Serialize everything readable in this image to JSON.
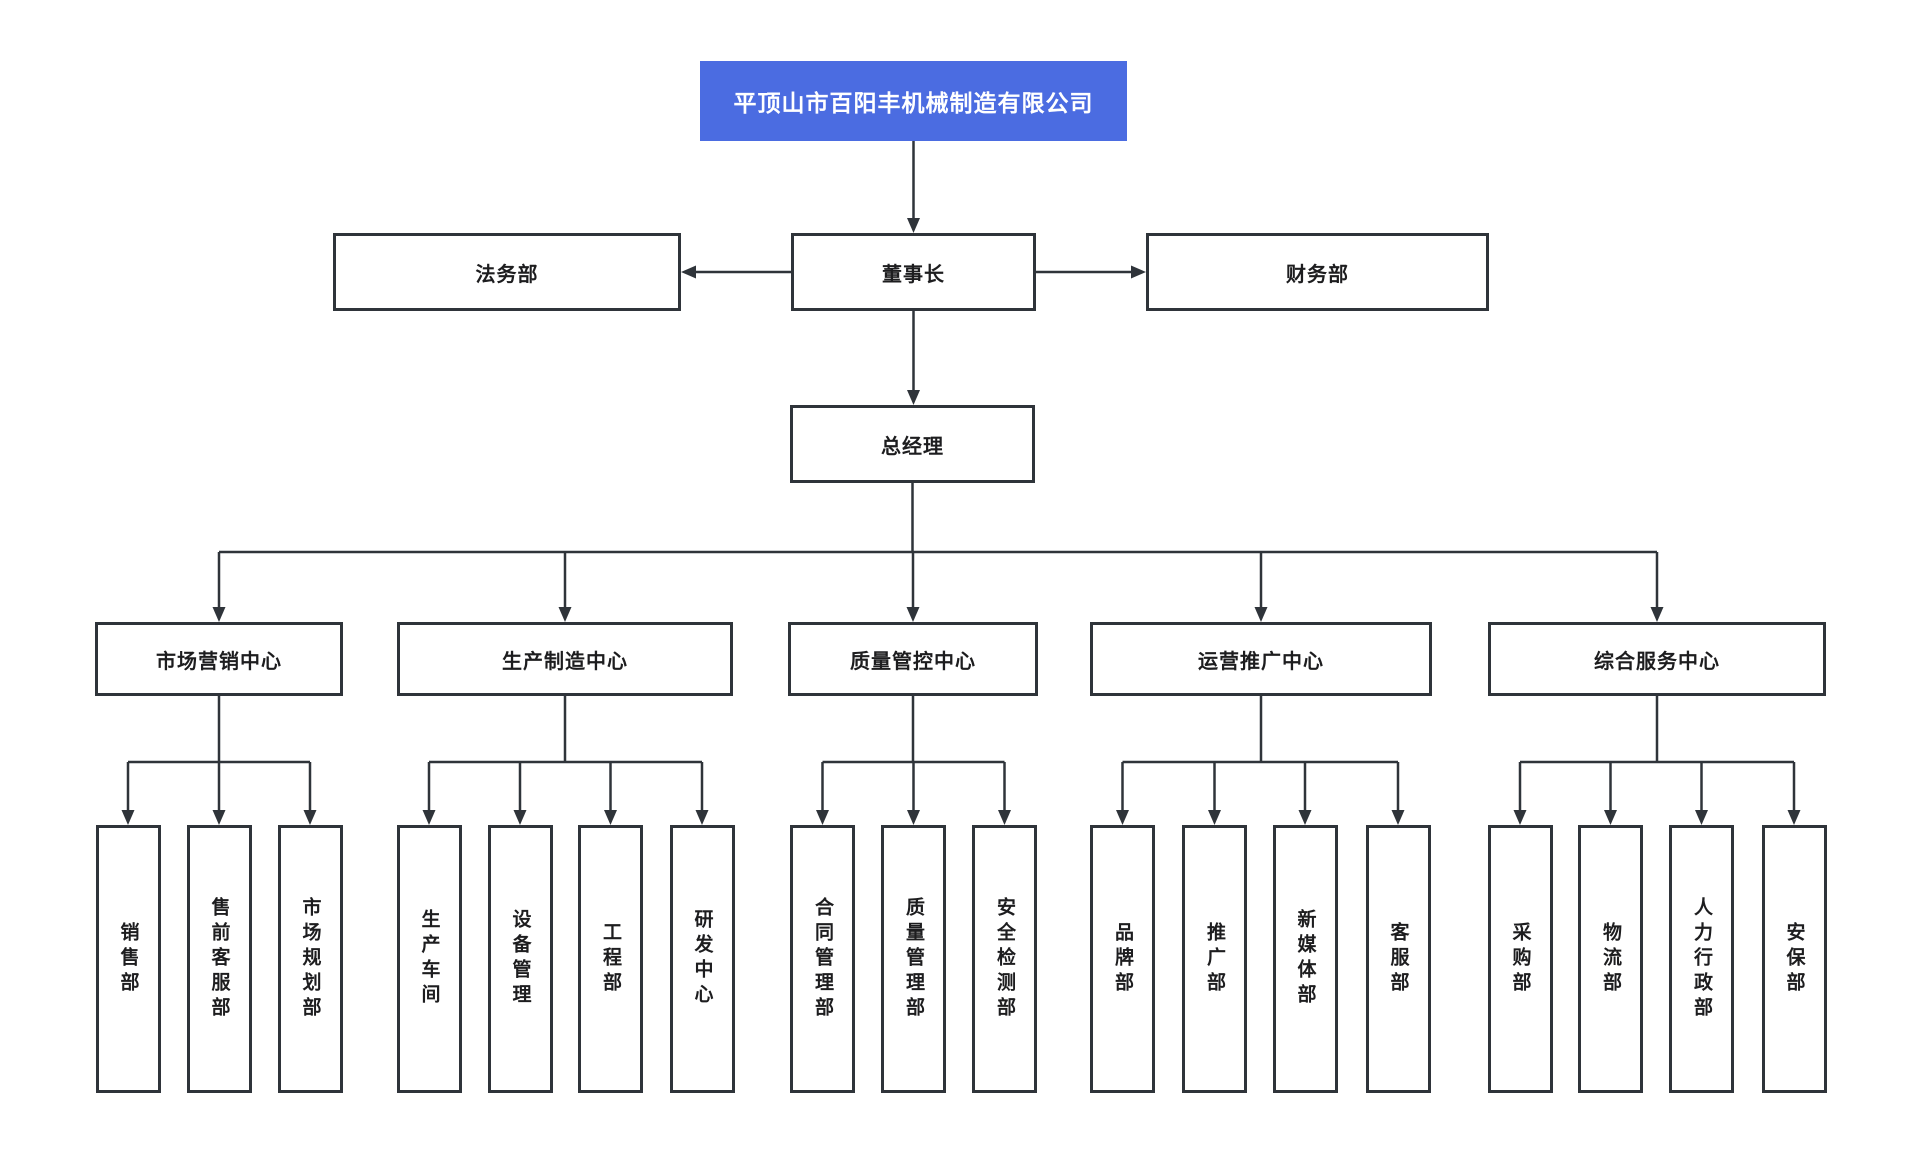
{
  "org": {
    "company": "平顶山市百阳丰机械制造有限公司",
    "chairman": "董事长",
    "legal": "法务部",
    "finance": "财务部",
    "general_manager": "总经理",
    "centers": [
      {
        "label": "市场营销中心",
        "departments": [
          "销售部",
          "售前客服部",
          "市场规划部"
        ]
      },
      {
        "label": "生产制造中心",
        "departments": [
          "生产车间",
          "设备管理",
          "工程部",
          "研发中心"
        ]
      },
      {
        "label": "质量管控中心",
        "departments": [
          "合同管理部",
          "质量管理部",
          "安全检测部"
        ]
      },
      {
        "label": "运营推广中心",
        "departments": [
          "品牌部",
          "推广部",
          "新媒体部",
          "客服部"
        ]
      },
      {
        "label": "综合服务中心",
        "departments": [
          "采购部",
          "物流部",
          "人力行政部",
          "安保部"
        ]
      }
    ]
  },
  "colors": {
    "root_bg": "#4b6ce1",
    "root_text": "#ffffff",
    "node_bg": "#ffffff",
    "node_border": "#2f343a",
    "node_text": "#1d1d1f",
    "line": "#2f343a",
    "canvas_bg": "#ffffff"
  }
}
